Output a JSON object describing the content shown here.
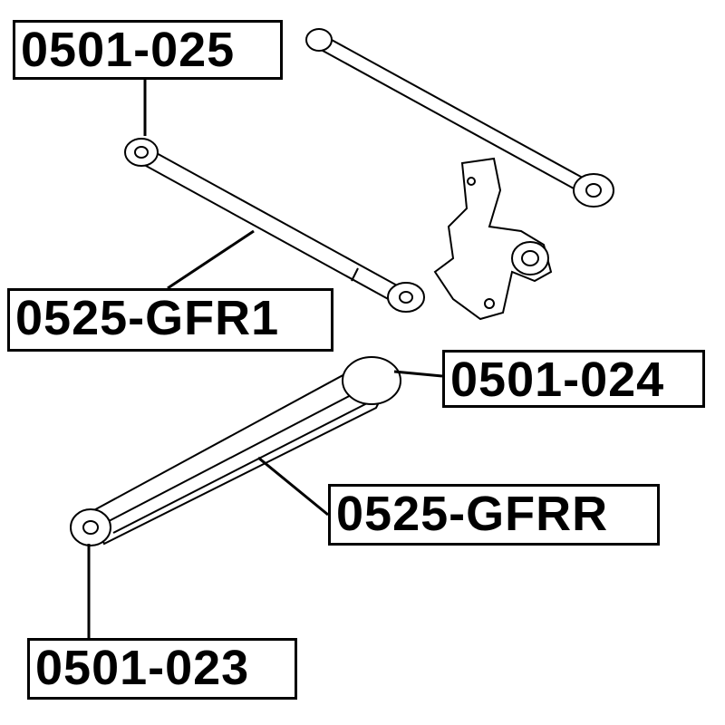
{
  "labels": {
    "part_0501_025": "0501-025",
    "part_0525_gfr1": "0525-GFR1",
    "part_0501_024": "0501-024",
    "part_0525_gfrr": "0525-GFRR",
    "part_0501_023": "0501-023"
  }
}
